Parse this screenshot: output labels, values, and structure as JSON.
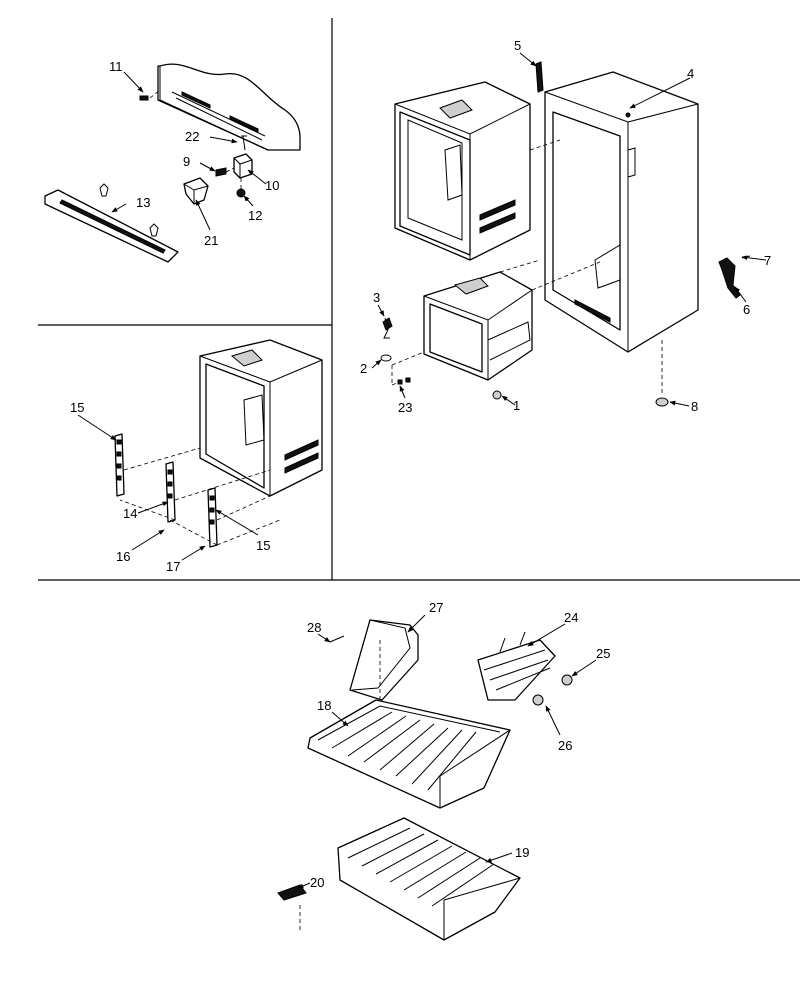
{
  "callouts": [
    {
      "id": "c1",
      "text": "1"
    },
    {
      "id": "c2",
      "text": "2"
    },
    {
      "id": "c3",
      "text": "3"
    },
    {
      "id": "c4",
      "text": "4"
    },
    {
      "id": "c5",
      "text": "5"
    },
    {
      "id": "c6",
      "text": "6"
    },
    {
      "id": "c7",
      "text": "7"
    },
    {
      "id": "c8",
      "text": "8"
    },
    {
      "id": "c9",
      "text": "9"
    },
    {
      "id": "c10",
      "text": "10"
    },
    {
      "id": "c11",
      "text": "11"
    },
    {
      "id": "c12",
      "text": "12"
    },
    {
      "id": "c13",
      "text": "13"
    },
    {
      "id": "c14",
      "text": "14"
    },
    {
      "id": "c15a",
      "text": "15"
    },
    {
      "id": "c15b",
      "text": "15"
    },
    {
      "id": "c16",
      "text": "16"
    },
    {
      "id": "c17",
      "text": "17"
    },
    {
      "id": "c18",
      "text": "18"
    },
    {
      "id": "c19",
      "text": "19"
    },
    {
      "id": "c20",
      "text": "20"
    },
    {
      "id": "c21",
      "text": "21"
    },
    {
      "id": "c22",
      "text": "22"
    },
    {
      "id": "c23",
      "text": "23"
    },
    {
      "id": "c24",
      "text": "24"
    },
    {
      "id": "c25",
      "text": "25"
    },
    {
      "id": "c26",
      "text": "26"
    },
    {
      "id": "c27",
      "text": "27"
    },
    {
      "id": "c28",
      "text": "28"
    }
  ]
}
